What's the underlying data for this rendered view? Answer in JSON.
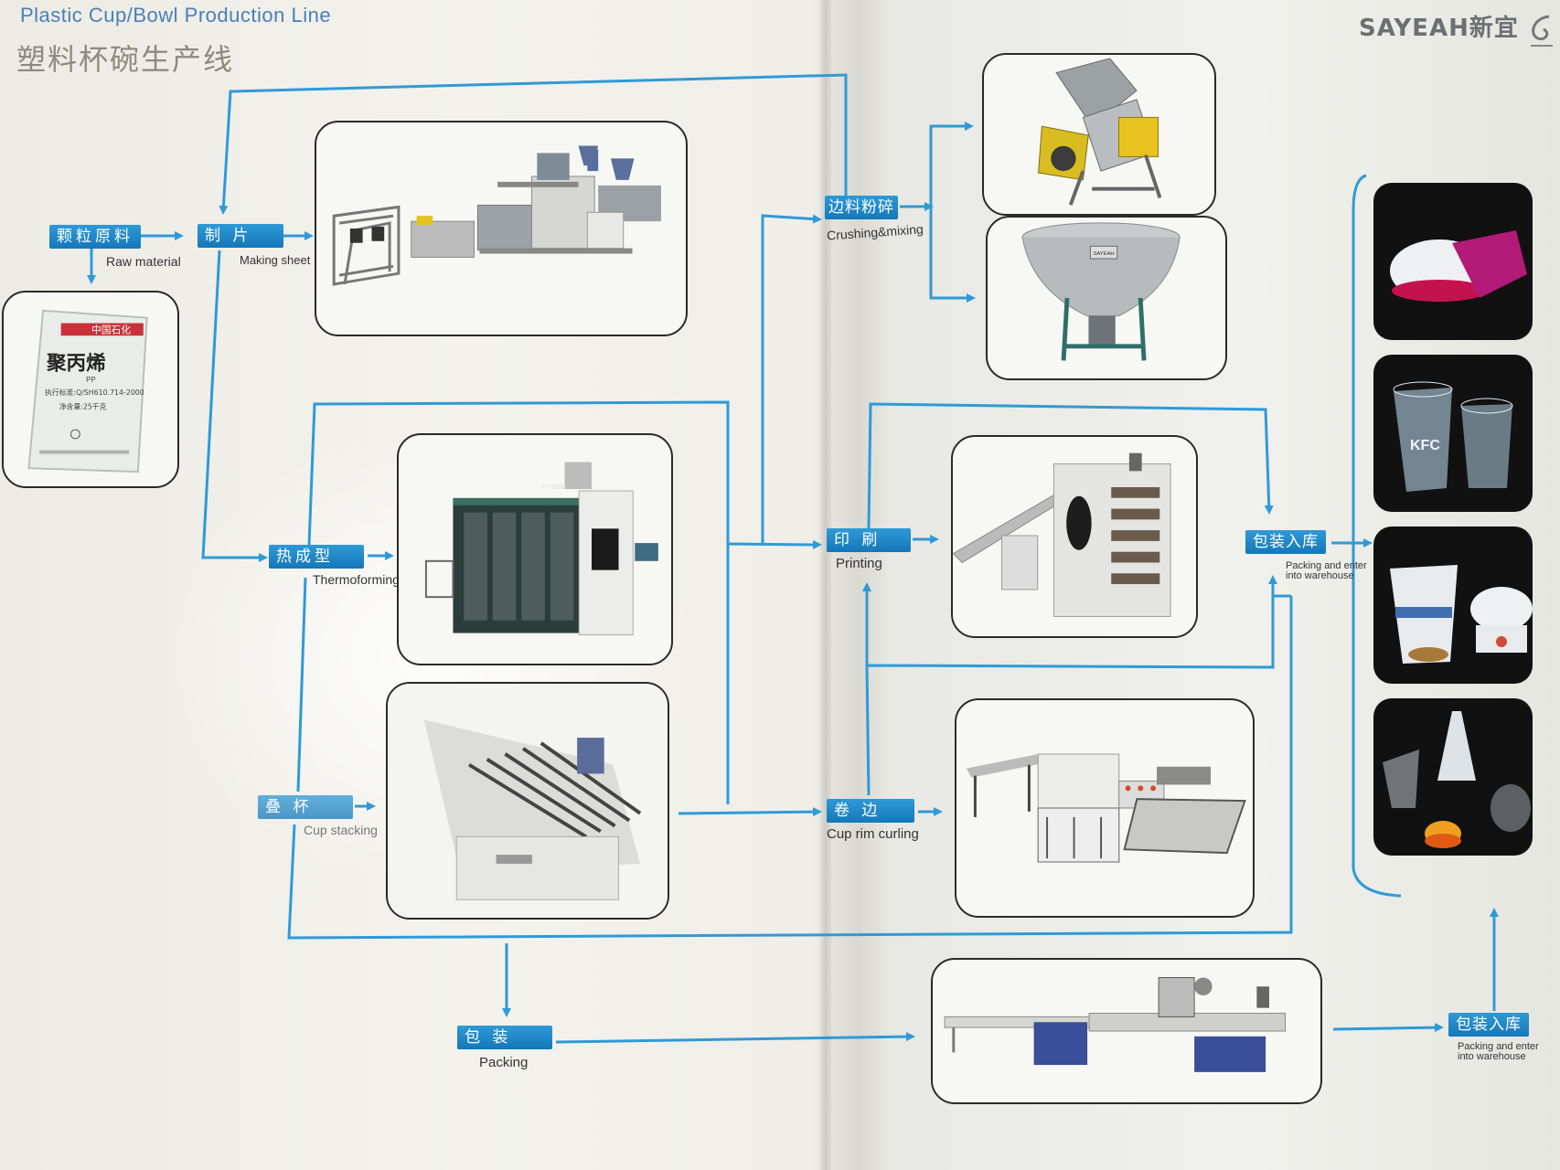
{
  "header": {
    "title_en": "Plastic Cup/Bowl Production Line",
    "title_cn": "塑料杯碗生产线",
    "brand": "SAYEAH新宜"
  },
  "steps": {
    "raw_material": {
      "cn": "颗粒原料",
      "en": "Raw material"
    },
    "making_sheet": {
      "cn": "制 片",
      "en": "Making sheet"
    },
    "thermoforming": {
      "cn": "热成型",
      "en": "Thermoforming"
    },
    "cup_stacking": {
      "cn": "叠 杯",
      "en": "Cup stacking"
    },
    "packing": {
      "cn": "包 装",
      "en": "Packing"
    },
    "crushing": {
      "cn": "边料粉碎",
      "en": "Crushing&mixing"
    },
    "printing": {
      "cn": "印 刷",
      "en": "Printing"
    },
    "rim_curling": {
      "cn": "卷 边",
      "en": "Cup rim curling"
    },
    "warehouse_1": {
      "cn": "包装入库",
      "en_1": "Packing and enter",
      "en_2": "into warehouse"
    },
    "warehouse_2": {
      "cn": "包装入库",
      "en_1": "Packing and enter",
      "en_2": "into warehouse"
    }
  },
  "bag": {
    "brand_strip": "中国石化",
    "product_name": "聚丙烯",
    "grade": "PP",
    "standard": "执行标准:Q/SH610.714-2000",
    "net_weight": "净含量:25千克"
  },
  "machine_labels": {
    "thermoformer_model": "SY-850B",
    "mixer_plate": "SAYEAH",
    "kfc_cup_logo": "KFC"
  },
  "colors": {
    "flow_line": "#2f9ad6",
    "tag_fill": "#1a82c4",
    "frame_border": "#2a2a2a"
  }
}
